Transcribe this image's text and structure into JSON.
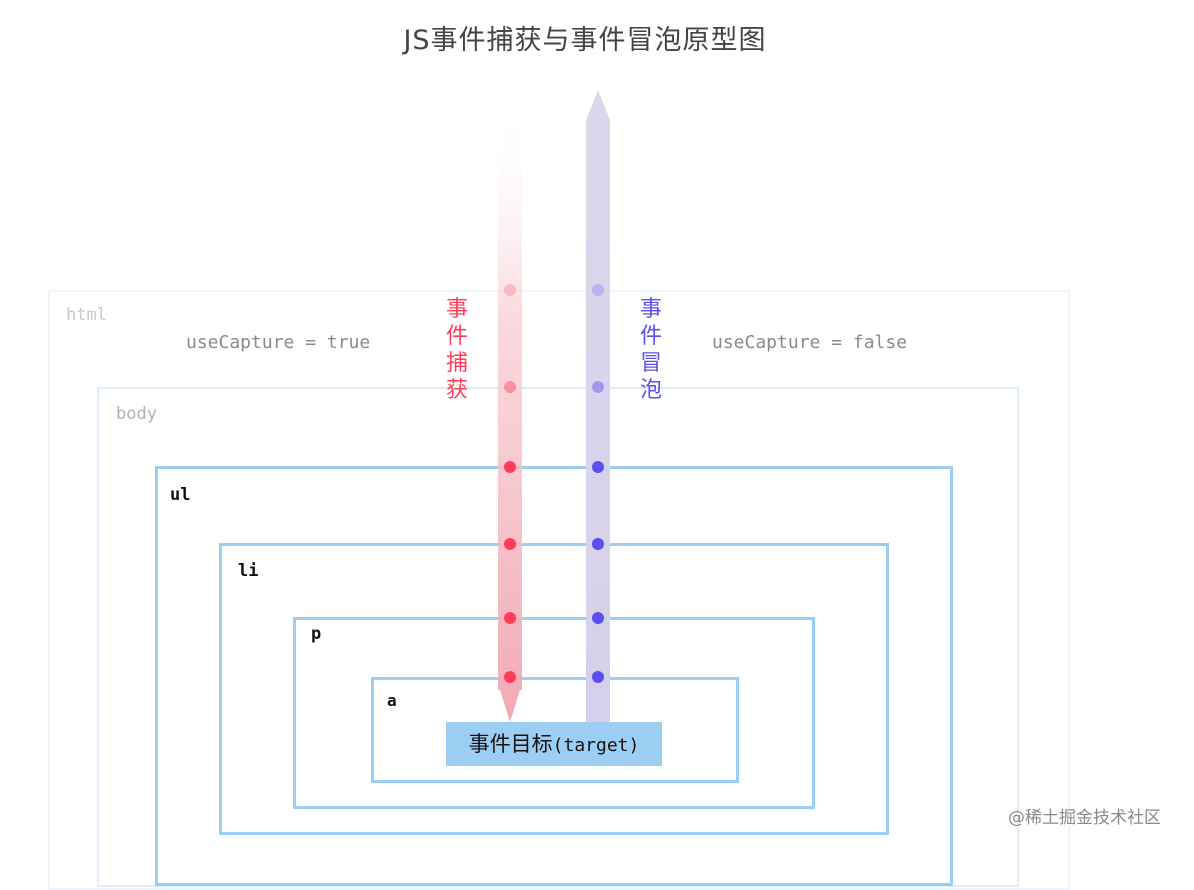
{
  "title": "JS事件捕获与事件冒泡原型图",
  "boxes": {
    "html": "html",
    "body": "body",
    "ul": "ul",
    "li": "li",
    "p": "p",
    "a": "a"
  },
  "use_capture_true": "useCapture = true",
  "use_capture_false": "useCapture = false",
  "capture_label": [
    "事",
    "件",
    "捕",
    "获"
  ],
  "bubble_label": [
    "事",
    "件",
    "冒",
    "泡"
  ],
  "target": {
    "zh": "事件目标",
    "en": "(target)"
  },
  "watermark": "@稀土掘金技术社区",
  "colors": {
    "capture": "#ff3d5a",
    "bubble": "#5b4ff0",
    "box_border": "#9ccdf2"
  }
}
